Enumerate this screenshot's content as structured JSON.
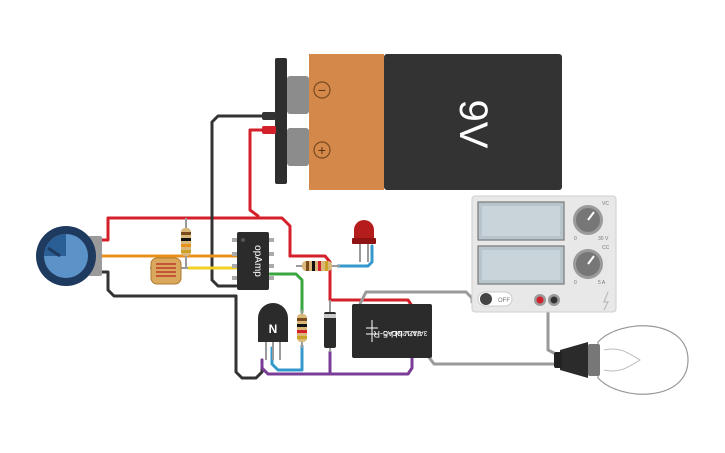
{
  "battery": {
    "voltage_label": "9V",
    "minus_symbol": "−",
    "plus_symbol": "+"
  },
  "opamp": {
    "label": "opAmp"
  },
  "transistor": {
    "label": "N"
  },
  "relay": {
    "model_label": "LU-5-R",
    "rating_ac": "3A/125V AC",
    "rating_dc": "3A/12V DC"
  },
  "power_supply": {
    "off_button_label": "OFF",
    "knob1_min": "0",
    "knob1_max": "30 V",
    "knob1_tag": "VC",
    "knob2_min": "0",
    "knob2_max": "5 A",
    "knob2_tag": "CC"
  },
  "colors": {
    "wire_red": "#d4202a",
    "wire_black": "#333333",
    "wire_orange": "#e8901c",
    "wire_yellow": "#f2d024",
    "wire_green": "#3aa640",
    "wire_blue": "#3399cc",
    "wire_purple": "#7a3c96",
    "wire_grey": "#9a9a9a",
    "battery_orange": "#d4884a",
    "battery_dark": "#333333"
  }
}
